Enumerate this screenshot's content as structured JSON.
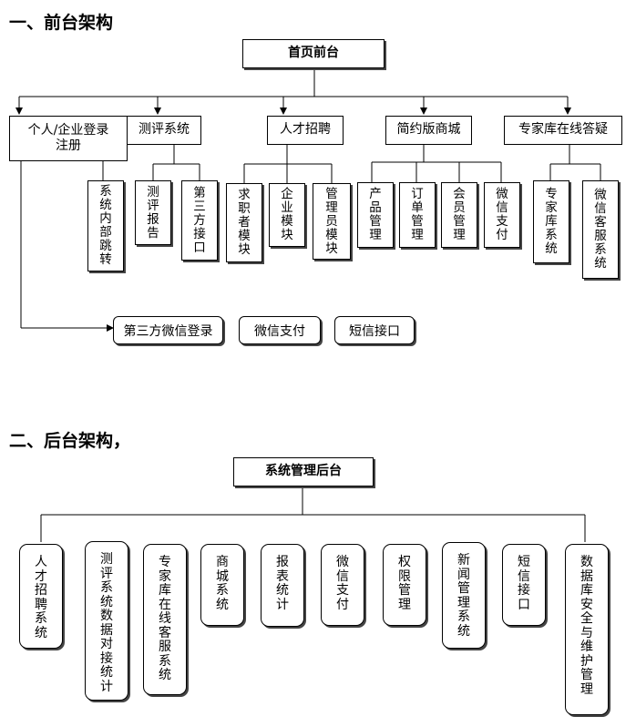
{
  "section1": {
    "heading": "一、前台架构",
    "root": "首页前台",
    "modules": [
      {
        "label_lines": [
          "个人/企业登录",
          "注册"
        ],
        "children": [
          "系统内部跳转"
        ]
      },
      {
        "label_lines": [
          "测评系统"
        ],
        "children": [
          "测评报告",
          "第三方接口"
        ]
      },
      {
        "label_lines": [
          "人才招聘"
        ],
        "children": [
          "求职者模块",
          "企业模块",
          "管理员模块"
        ]
      },
      {
        "label_lines": [
          "简约版商城"
        ],
        "children": [
          "产品管理",
          "订单管理",
          "会员管理",
          "微信支付"
        ]
      },
      {
        "label_lines": [
          "专家库在线答疑"
        ],
        "children": [
          "专家库系统",
          "微信客服系统"
        ]
      }
    ],
    "extras": [
      "第三方微信登录",
      "微信支付",
      "短信接口"
    ]
  },
  "section2": {
    "heading": "二、后台架构，",
    "root": "系统管理后台",
    "modules": [
      "人才招聘系统",
      "测评系统数据对接统计",
      "专家库在线客服系统",
      "商城系统",
      "报表统计",
      "微信支付",
      "权限管理",
      "新闻管理系统",
      "短信接口",
      "数据库安全与维护管理"
    ]
  }
}
